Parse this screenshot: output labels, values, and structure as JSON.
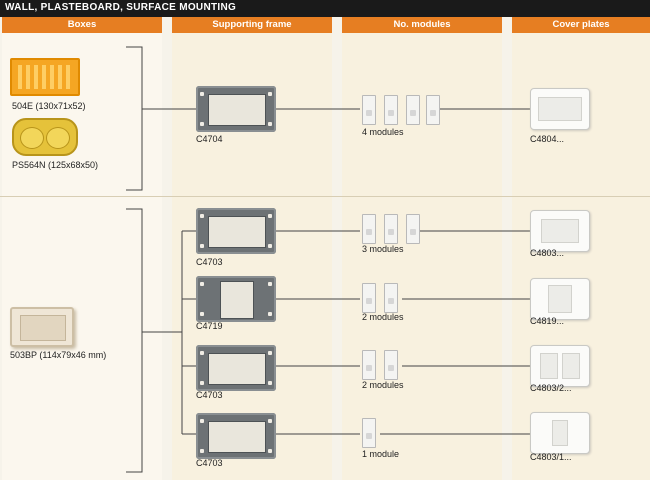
{
  "title": "WALL, PLASTEBOARD, SURFACE MOUNTING",
  "headers": {
    "boxes": "Boxes",
    "frame": "Supporting frame",
    "modules": "No. modules",
    "plates": "Cover plates"
  },
  "group1": {
    "boxes": [
      "504E (130x71x52)",
      "PS564N (125x68x50)"
    ],
    "frame": "C4704",
    "modules": "4 modules",
    "plate": "C4804..."
  },
  "group2": {
    "box": "503BP (114x79x46 mm)",
    "rows": [
      {
        "frame": "C4703",
        "modules": "3 modules",
        "plate": "C4803..."
      },
      {
        "frame": "C4719",
        "modules": "2 modules",
        "plate": "C4819..."
      },
      {
        "frame": "C4703",
        "modules": "2 modules",
        "plate": "C4803/2..."
      },
      {
        "frame": "C4703",
        "modules": "1 module",
        "plate": "C4803/1..."
      }
    ]
  },
  "colors": {
    "header_orange": "#e67e22",
    "title_black": "#1a1a1a"
  }
}
